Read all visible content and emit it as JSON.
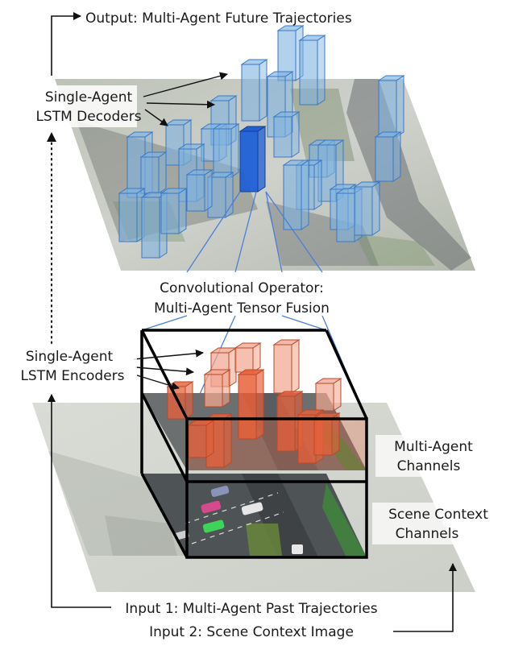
{
  "labels": {
    "output": "Output: Multi-Agent Future Trajectories",
    "decoders_line1": "Single-Agent",
    "decoders_line2": "LSTM Decoders",
    "conv_line1": "Convolutional Operator:",
    "conv_line2": "Multi-Agent Tensor Fusion",
    "encoders_line1": "Single-Agent",
    "encoders_line2": "LSTM Encoders",
    "multi_agent_line1": "Multi-Agent",
    "multi_agent_line2": "Channels",
    "scene_line1": "Scene Context",
    "scene_line2": "Channels",
    "input1": "Input 1: Multi-Agent Past Trajectories",
    "input2": "Input 2: Scene Context Image"
  },
  "colors": {
    "blue_bar": "#7fb3e0",
    "blue_highlight": "#1f5fd6",
    "orange_bar": "#e8603a",
    "orange_light": "#f1a58f",
    "road": "#5d6266",
    "grass": "#8fa07a"
  }
}
